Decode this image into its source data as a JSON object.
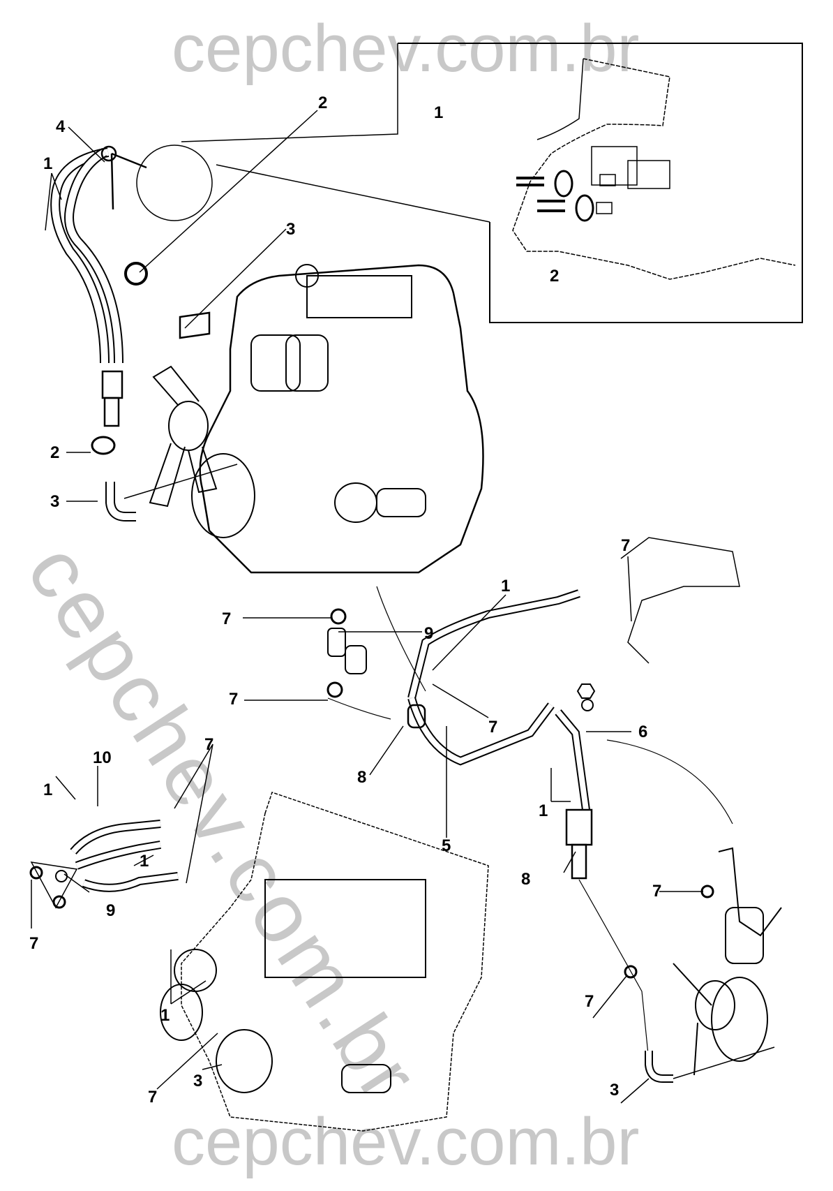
{
  "watermark": {
    "top": "cepchev.com.br",
    "bottom": "cepchev.com.br",
    "diagonal": "cepchev.com.br",
    "color": "#c8c8c8"
  },
  "line_color": "#000000",
  "views": [
    {
      "name": "engine-view-top-left",
      "callouts": [
        {
          "id": "c1",
          "label": "4"
        },
        {
          "id": "c2",
          "label": "1"
        },
        {
          "id": "c3",
          "label": "2"
        },
        {
          "id": "c4",
          "label": "3"
        },
        {
          "id": "c5",
          "label": "2"
        },
        {
          "id": "c6",
          "label": "3"
        }
      ]
    },
    {
      "name": "detail-inset-top-right",
      "callouts": [
        {
          "id": "c7",
          "label": "1"
        },
        {
          "id": "c8",
          "label": "2"
        }
      ]
    },
    {
      "name": "hose-routing-middle",
      "callouts": [
        {
          "id": "c9",
          "label": "7"
        },
        {
          "id": "c10",
          "label": "9"
        },
        {
          "id": "c11",
          "label": "7"
        },
        {
          "id": "c12",
          "label": "1"
        },
        {
          "id": "c13",
          "label": "7"
        },
        {
          "id": "c14",
          "label": "7"
        },
        {
          "id": "c15",
          "label": "6"
        },
        {
          "id": "c16",
          "label": "8"
        },
        {
          "id": "c17",
          "label": "5"
        },
        {
          "id": "c18",
          "label": "1"
        }
      ]
    },
    {
      "name": "engine-view-bottom-left",
      "callouts": [
        {
          "id": "c19",
          "label": "10"
        },
        {
          "id": "c20",
          "label": "7"
        },
        {
          "id": "c21",
          "label": "1"
        },
        {
          "id": "c22",
          "label": "1"
        },
        {
          "id": "c23",
          "label": "9"
        },
        {
          "id": "c24",
          "label": "7"
        },
        {
          "id": "c25",
          "label": "1"
        },
        {
          "id": "c26",
          "label": "7"
        },
        {
          "id": "c27",
          "label": "3"
        }
      ]
    },
    {
      "name": "engine-view-bottom-right",
      "callouts": [
        {
          "id": "c28",
          "label": "8"
        },
        {
          "id": "c29",
          "label": "7"
        },
        {
          "id": "c30",
          "label": "7"
        },
        {
          "id": "c31",
          "label": "3"
        }
      ]
    }
  ]
}
